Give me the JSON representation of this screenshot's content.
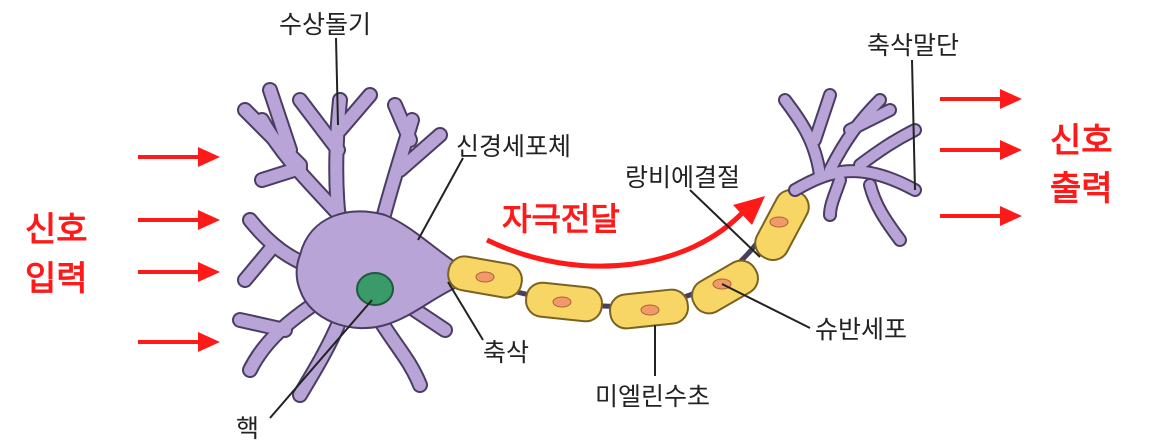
{
  "labels": {
    "dendrite": "수상돌기",
    "cell_body": "신경세포체",
    "axon_terminal": "축삭말단",
    "node_of_ranvier": "랑비에결절",
    "axon": "축삭",
    "schwann_cell": "슈반세포",
    "myelin_sheath": "미엘린수초",
    "nucleus": "핵"
  },
  "signals": {
    "input_line1": "신호",
    "input_line2": "입력",
    "output_line1": "신호",
    "output_line2": "출력",
    "transmission": "자극전달"
  },
  "colors": {
    "neuron_fill": "#b8a4d6",
    "neuron_stroke": "#4a3d63",
    "myelin_fill": "#f8d666",
    "myelin_stroke": "#7a6220",
    "schwann_nucleus": "#f09a6a",
    "nucleus": "#3a9a6a",
    "signal_red": "#ff1a1a",
    "label_text": "#222222",
    "leader_line": "#222222"
  }
}
